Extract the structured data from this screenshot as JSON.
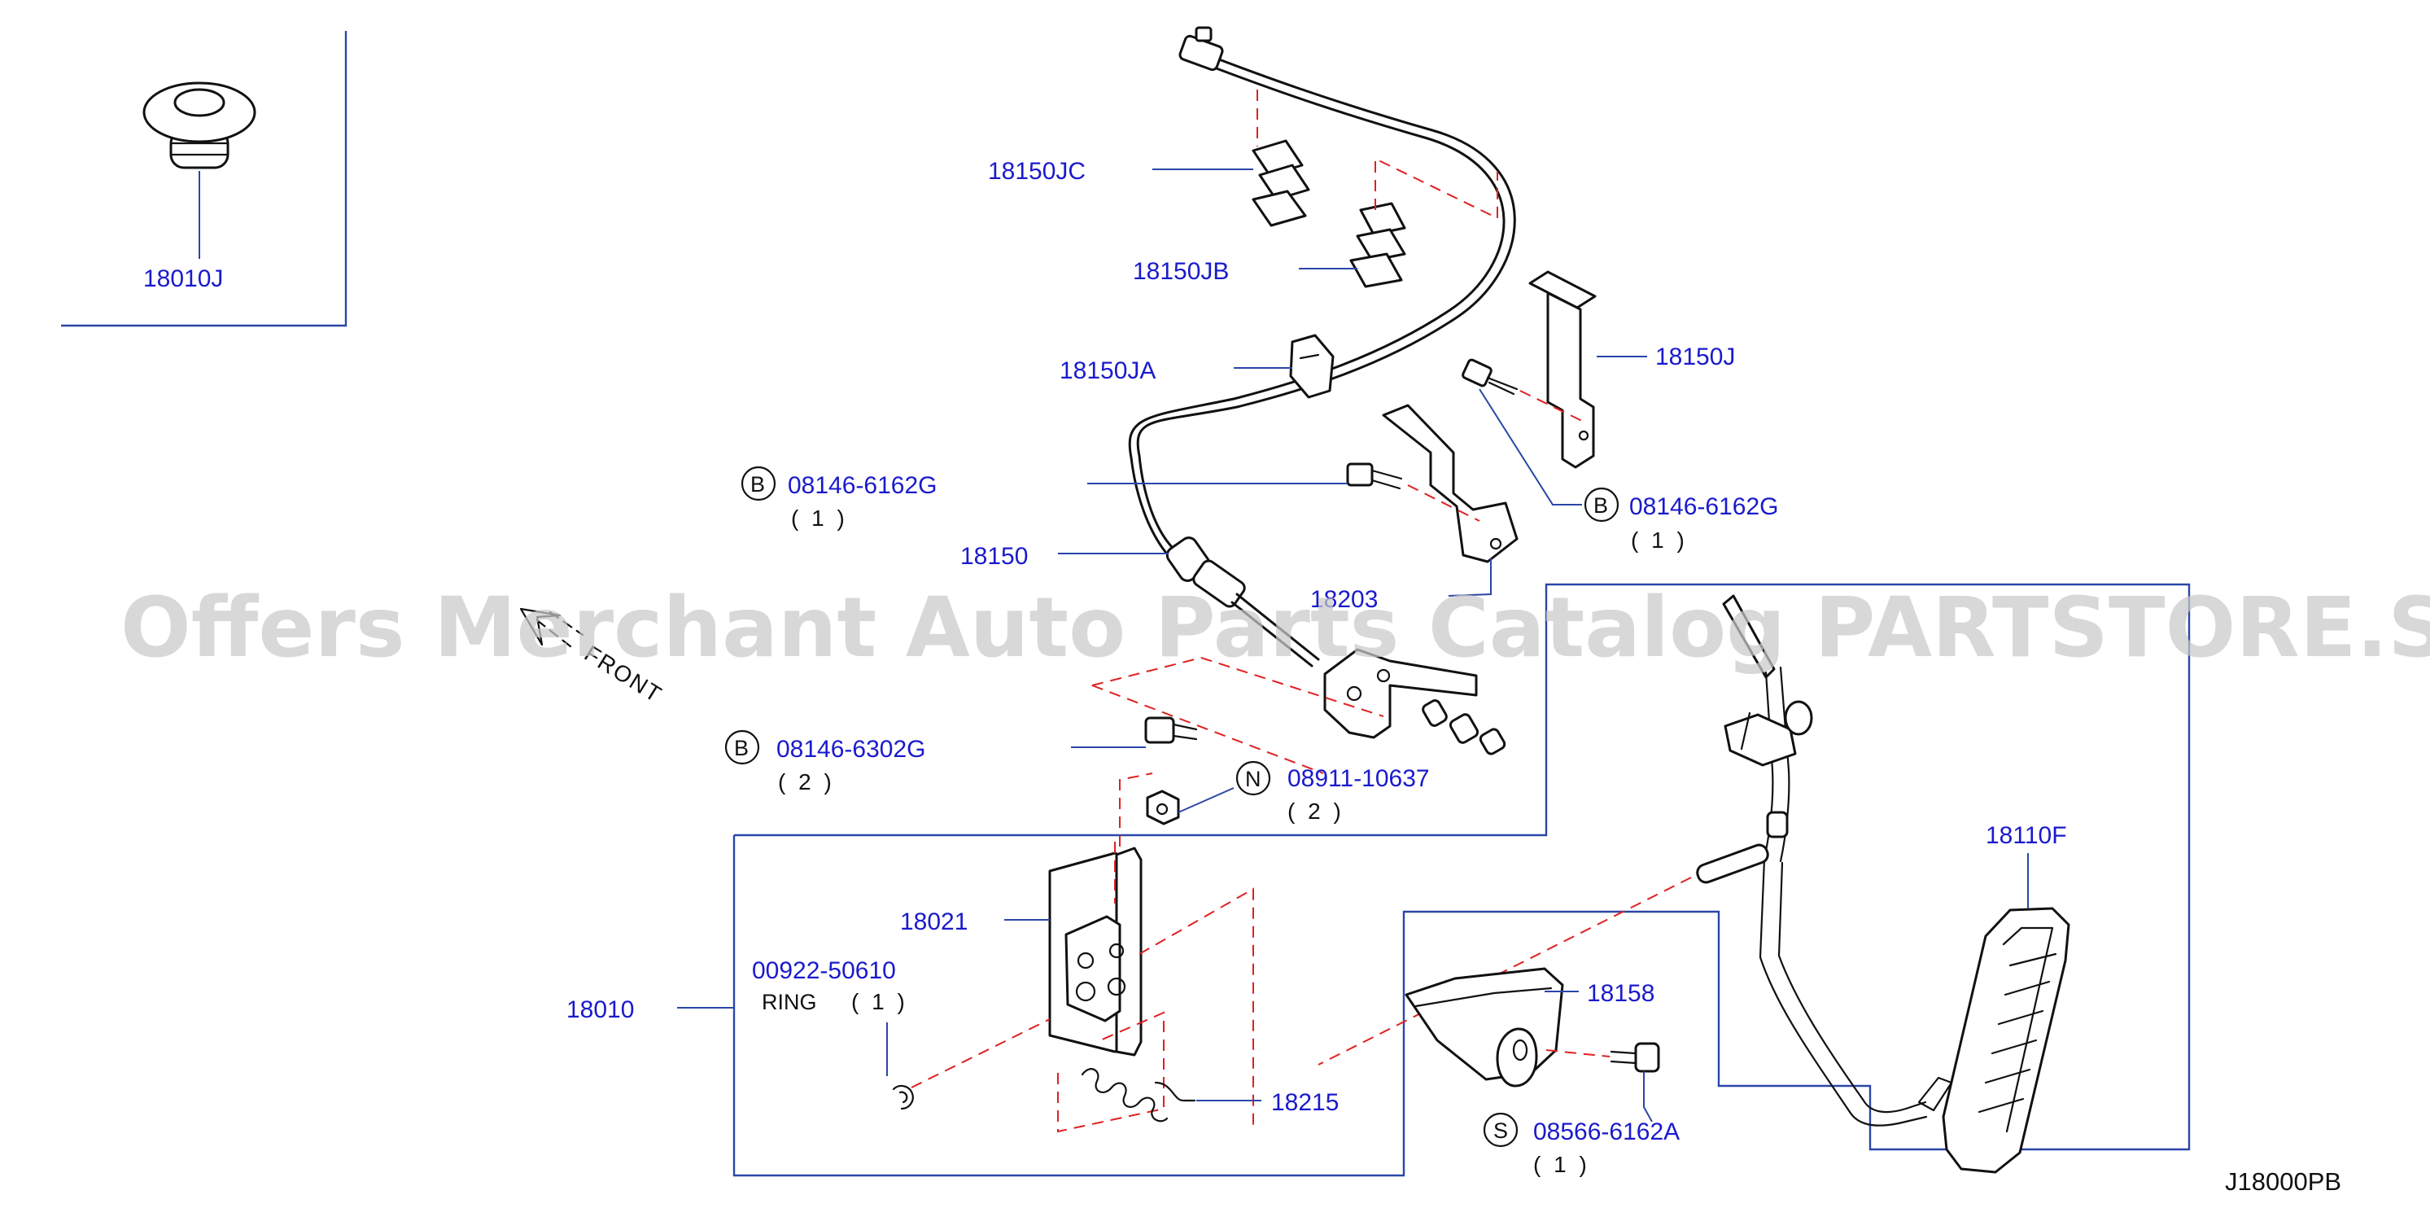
{
  "watermark": "Offers Merchant Auto Parts Catalog PARTSTORE.SA",
  "diagram_code": "J18000PB",
  "front_label": "FRONT",
  "parts": {
    "p18010J": "18010J",
    "p18150JC": "18150JC",
    "p18150JB": "18150JB",
    "p18150JA": "18150JA",
    "p18150J": "18150J",
    "p18150": "18150",
    "p18203": "18203",
    "p18010": "18010",
    "p18021": "18021",
    "p18110F": "18110F",
    "p18158": "18158",
    "p18215": "18215",
    "bolt_upper_left": {
      "badge": "B",
      "number": "08146-6162G",
      "qty": "( 1 )"
    },
    "bolt_upper_right": {
      "badge": "B",
      "number": "08146-6162G",
      "qty": "( 1 )"
    },
    "bolt_lower": {
      "badge": "B",
      "number": "08146-6302G",
      "qty": "( 2 )"
    },
    "nut": {
      "badge": "N",
      "number": "08911-10637",
      "qty": "( 2 )"
    },
    "ring": {
      "number": "00922-50610",
      "name": "RING",
      "qty": "( 1 )"
    },
    "screw": {
      "badge": "S",
      "number": "08566-6162A",
      "qty": "( 1 )"
    }
  }
}
